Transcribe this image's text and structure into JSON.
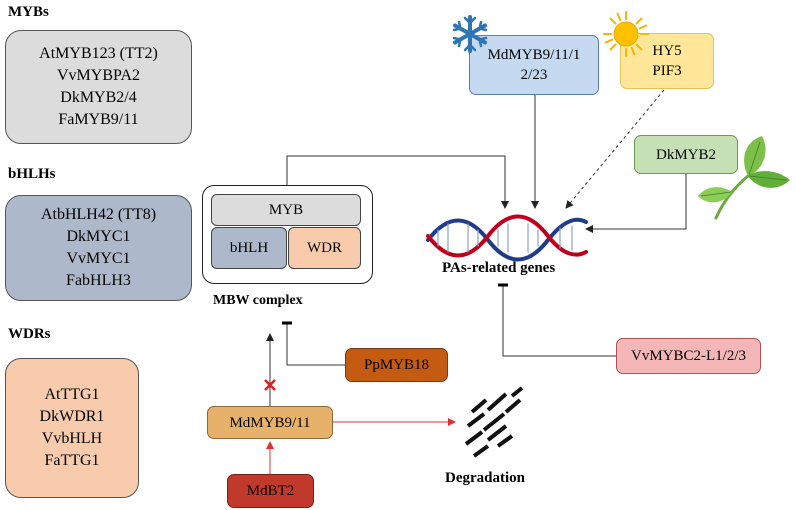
{
  "groups": {
    "mybs": {
      "title": "MYBs",
      "items": [
        "AtMYB123 (TT2)",
        "VvMYBPA2",
        "DkMYB2/4",
        "FaMYB9/11"
      ],
      "fill": "#dcdcdc"
    },
    "bhlhs": {
      "title": "bHLHs",
      "items": [
        "AtbHLH42 (TT8)",
        "DkMYC1",
        "VvMYC1",
        "FabHLH3"
      ],
      "fill": "#adb9ca"
    },
    "wdrs": {
      "title": "WDRs",
      "items": [
        "AtTTG1",
        "DkWDR1",
        "VvbHLH",
        "FaTTG1"
      ],
      "fill": "#f8cbad"
    }
  },
  "mbw": {
    "myb": "MYB",
    "bhlh": "bHLH",
    "wdr": "WDR",
    "label": "MBW complex"
  },
  "nodes": {
    "mdmyb9_11_12_23": "MdMYB9/11/12/23",
    "mdmyb9_11_12_23_line1": "MdMYB9/11/1",
    "mdmyb9_11_12_23_line2": "2/23",
    "hy5": "HY5",
    "pif3": "PIF3",
    "dkmyb2": "DkMYB2",
    "pas_genes": "PAs-related genes",
    "vvmybc2": "VvMYBC2-L1/2/3",
    "ppmyb18": "PpMYB18",
    "mdmyb9_11": "MdMYB9/11",
    "mdbt2": "MdBT2",
    "degradation": "Degradation"
  },
  "icons": [
    "snowflake-icon",
    "sun-icon",
    "leaf-icon",
    "dna-icon",
    "degraded-fragments-icon"
  ],
  "colors": {
    "blue_box": "#c5d9f1",
    "yellow_box": "#ffe699",
    "green_box": "#c5e0b4",
    "pink_box": "#f4b6b6",
    "orange_box": "#c55a11",
    "tan_box": "#e6b26b",
    "red_box": "#c0392b",
    "dna_red": "#c0001a",
    "dna_blue": "#1f3b8c",
    "arrow_red": "#e03030"
  }
}
